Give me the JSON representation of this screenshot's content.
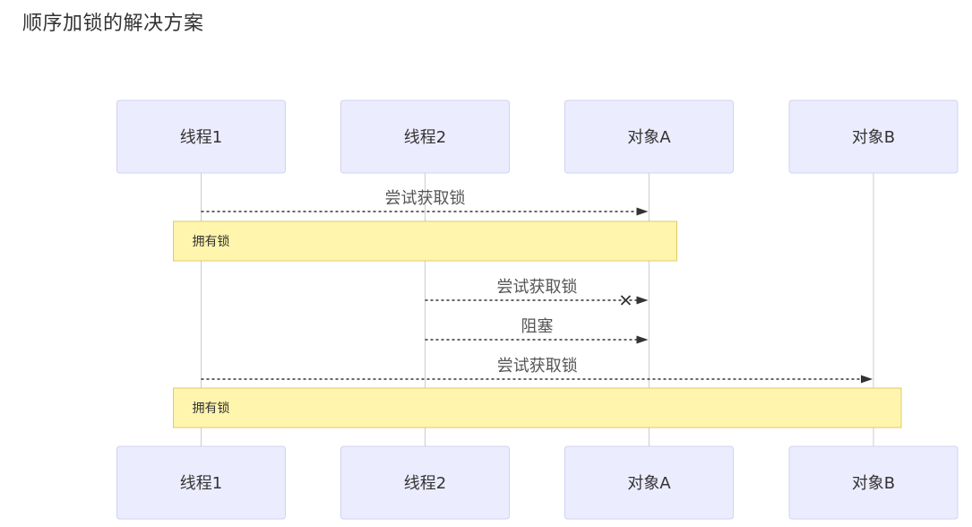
{
  "page": {
    "title": "顺序加锁的解决方案"
  },
  "diagram": {
    "participants": [
      {
        "id": "t1",
        "label": "线程1"
      },
      {
        "id": "t2",
        "label": "线程2"
      },
      {
        "id": "oa",
        "label": "对象A"
      },
      {
        "id": "ob",
        "label": "对象B"
      }
    ],
    "messages": [
      {
        "from": "t1",
        "to": "oa",
        "label": "尝试获取锁",
        "style": "dotted",
        "end": "arrow"
      },
      {
        "from": "t2",
        "to": "oa",
        "label": "尝试获取锁",
        "style": "dotted",
        "end": "cross"
      },
      {
        "from": "t2",
        "to": "oa",
        "label": "阻塞",
        "style": "dotted",
        "end": "arrow"
      },
      {
        "from": "t1",
        "to": "ob",
        "label": "尝试获取锁",
        "style": "dotted",
        "end": "arrow"
      }
    ],
    "notes": [
      {
        "over": [
          "t1",
          "oa"
        ],
        "text": "拥有锁"
      },
      {
        "over": [
          "t1",
          "ob"
        ],
        "text": "拥有锁"
      }
    ],
    "colors": {
      "actor_fill": "#ececff",
      "actor_border": "#cfd3f0",
      "note_fill": "#fff5ad",
      "note_border": "#e0c96a",
      "line": "#333333",
      "lifeline": "#cccccc"
    }
  }
}
